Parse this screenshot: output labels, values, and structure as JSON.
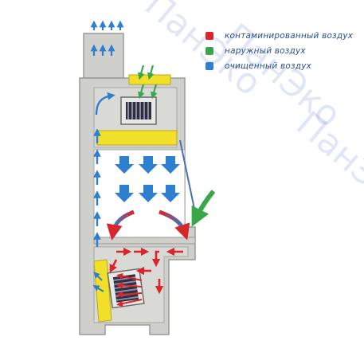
{
  "legend": {
    "items": [
      {
        "label": "контаминированный воздух",
        "color": "#d8262a",
        "icon": "red-square-icon"
      },
      {
        "label": "наружный воздух",
        "color": "#3aa64a",
        "icon": "green-square-icon"
      },
      {
        "label": "очищенный воздух",
        "color": "#2f7fd1",
        "icon": "blue-square-icon"
      }
    ]
  },
  "watermark": {
    "text": "ПанЭко"
  },
  "colors": {
    "cabinet_body": "#cfcfcc",
    "cabinet_edge": "#9a9a98",
    "filter": "#f2df2a",
    "contaminated": "#d8262a",
    "outside": "#3aa64a",
    "clean": "#2f7fd1"
  }
}
